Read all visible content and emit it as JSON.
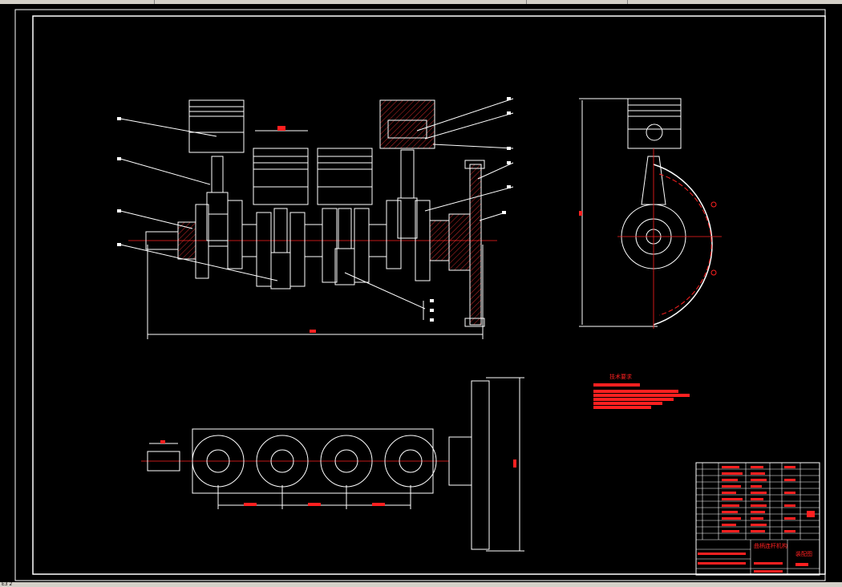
{
  "window": {
    "title": "",
    "statusbar_text": "E3 2"
  },
  "drawing": {
    "technical_notes_title": "技术要求",
    "titleblock": {
      "assembly_name": "曲柄连杆机构",
      "drawing_label": "装配图"
    }
  },
  "colors": {
    "background": "#000000",
    "lines": "#ffffff",
    "annotations": "#ff2020"
  },
  "icons": {
    "chrome_strip": "window-toolbar-strip"
  }
}
